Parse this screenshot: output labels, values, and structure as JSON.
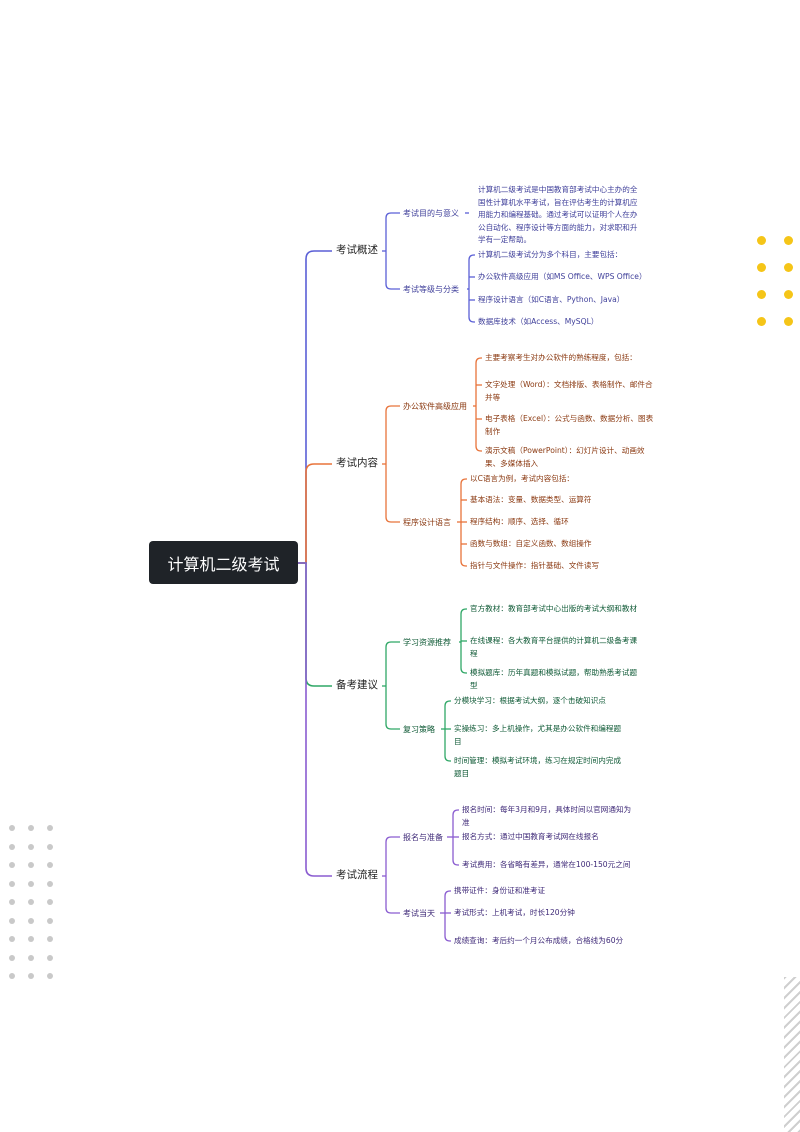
{
  "root": {
    "title": "计算机二级考试"
  },
  "branches": [
    {
      "label": "考试概述",
      "color": "#5a5fd6",
      "textClass": "c-blue",
      "children": [
        {
          "label": "考试目的与意义",
          "items": [
            "计算机二级考试是中国教育部考试中心主办的全国性计算机水平考试，旨在评估考生的计算机应用能力和编程基础。通过考试可以证明个人在办公自动化、程序设计等方面的能力，对求职和升学有一定帮助。"
          ]
        },
        {
          "label": "考试等级与分类",
          "items": [
            "计算机二级考试分为多个科目，主要包括：",
            "办公软件高级应用（如MS Office、WPS Office）",
            "程序设计语言（如C语言、Python、Java）",
            "数据库技术（如Access、MySQL）"
          ]
        }
      ]
    },
    {
      "label": "考试内容",
      "color": "#e8733a",
      "textClass": "c-orange",
      "children": [
        {
          "label": "办公软件高级应用",
          "items": [
            "主要考察考生对办公软件的熟练程度，包括：",
            "文字处理（Word）：文档排版、表格制作、邮件合并等",
            "电子表格（Excel）：公式与函数、数据分析、图表制作",
            "演示文稿（PowerPoint）：幻灯片设计、动画效果、多媒体插入"
          ]
        },
        {
          "label": "程序设计语言",
          "items": [
            "以C语言为例，考试内容包括：",
            "基本语法：变量、数据类型、运算符",
            "程序结构：顺序、选择、循环",
            "函数与数组：自定义函数、数组操作",
            "指针与文件操作：指针基础、文件读写"
          ]
        }
      ]
    },
    {
      "label": "备考建议",
      "color": "#2fa766",
      "textClass": "c-green",
      "children": [
        {
          "label": "学习资源推荐",
          "items": [
            "官方教材：教育部考试中心出版的考试大纲和教材",
            "在线课程：各大教育平台提供的计算机二级备考课程",
            "模拟题库：历年真题和模拟试题，帮助熟悉考试题型"
          ]
        },
        {
          "label": "复习策略",
          "items": [
            "分模块学习：根据考试大纲，逐个击破知识点",
            "实操练习：多上机操作，尤其是办公软件和编程题目",
            "时间管理：模拟考试环境，练习在规定时间内完成题目"
          ]
        }
      ]
    },
    {
      "label": "考试流程",
      "color": "#8a5cd0",
      "textClass": "c-purple",
      "children": [
        {
          "label": "报名与准备",
          "items": [
            "报名时间：每年3月和9月，具体时间以官网通知为准",
            "报名方式：通过中国教育考试网在线报名",
            "考试费用：各省略有差异，通常在100-150元之间"
          ]
        },
        {
          "label": "考试当天",
          "items": [
            "携带证件：身份证和准考证",
            "考试形式：上机考试，时长120分钟",
            "成绩查询：考后约一个月公布成绩，合格线为60分"
          ]
        }
      ]
    }
  ]
}
